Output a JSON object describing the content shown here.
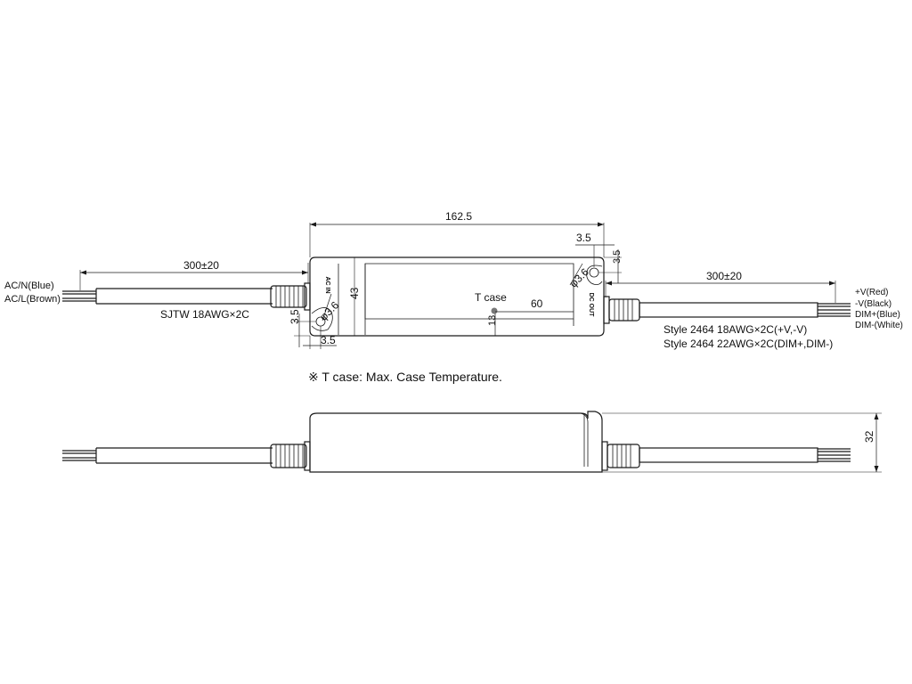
{
  "top_view": {
    "dim_length": "162.5",
    "dim_width": "43",
    "dim_input_cable": "300±20",
    "dim_output_cable": "300±20",
    "dim_hole_right_x": "3.5",
    "dim_hole_right_y": "3.5",
    "dim_hole_left_x": "3.5",
    "dim_hole_left_y": "3.5",
    "hole_dia_left": "φ3.6",
    "hole_dia_right": "φ3.6",
    "tcase_label": "T case",
    "tcase_x": "60",
    "tcase_y": "13",
    "ac_in_label": "AC IN",
    "dc_out_label": "DC OUT",
    "wire_ac_n": "AC/N(Blue)",
    "wire_ac_l": "AC/L(Brown)",
    "input_cable_spec": "SJTW 18AWG×2C",
    "output_spec_1": "Style 2464 18AWG×2C(+V,-V)",
    "output_spec_2": "Style 2464 22AWG×2C(DIM+,DIM-)",
    "wire_out_1": "+V(Red)",
    "wire_out_2": "-V(Black)",
    "wire_out_3": "DIM+(Blue)",
    "wire_out_4": "DIM-(White)"
  },
  "note": "※ T case: Max. Case Temperature.",
  "side_view": {
    "dim_height": "32"
  }
}
